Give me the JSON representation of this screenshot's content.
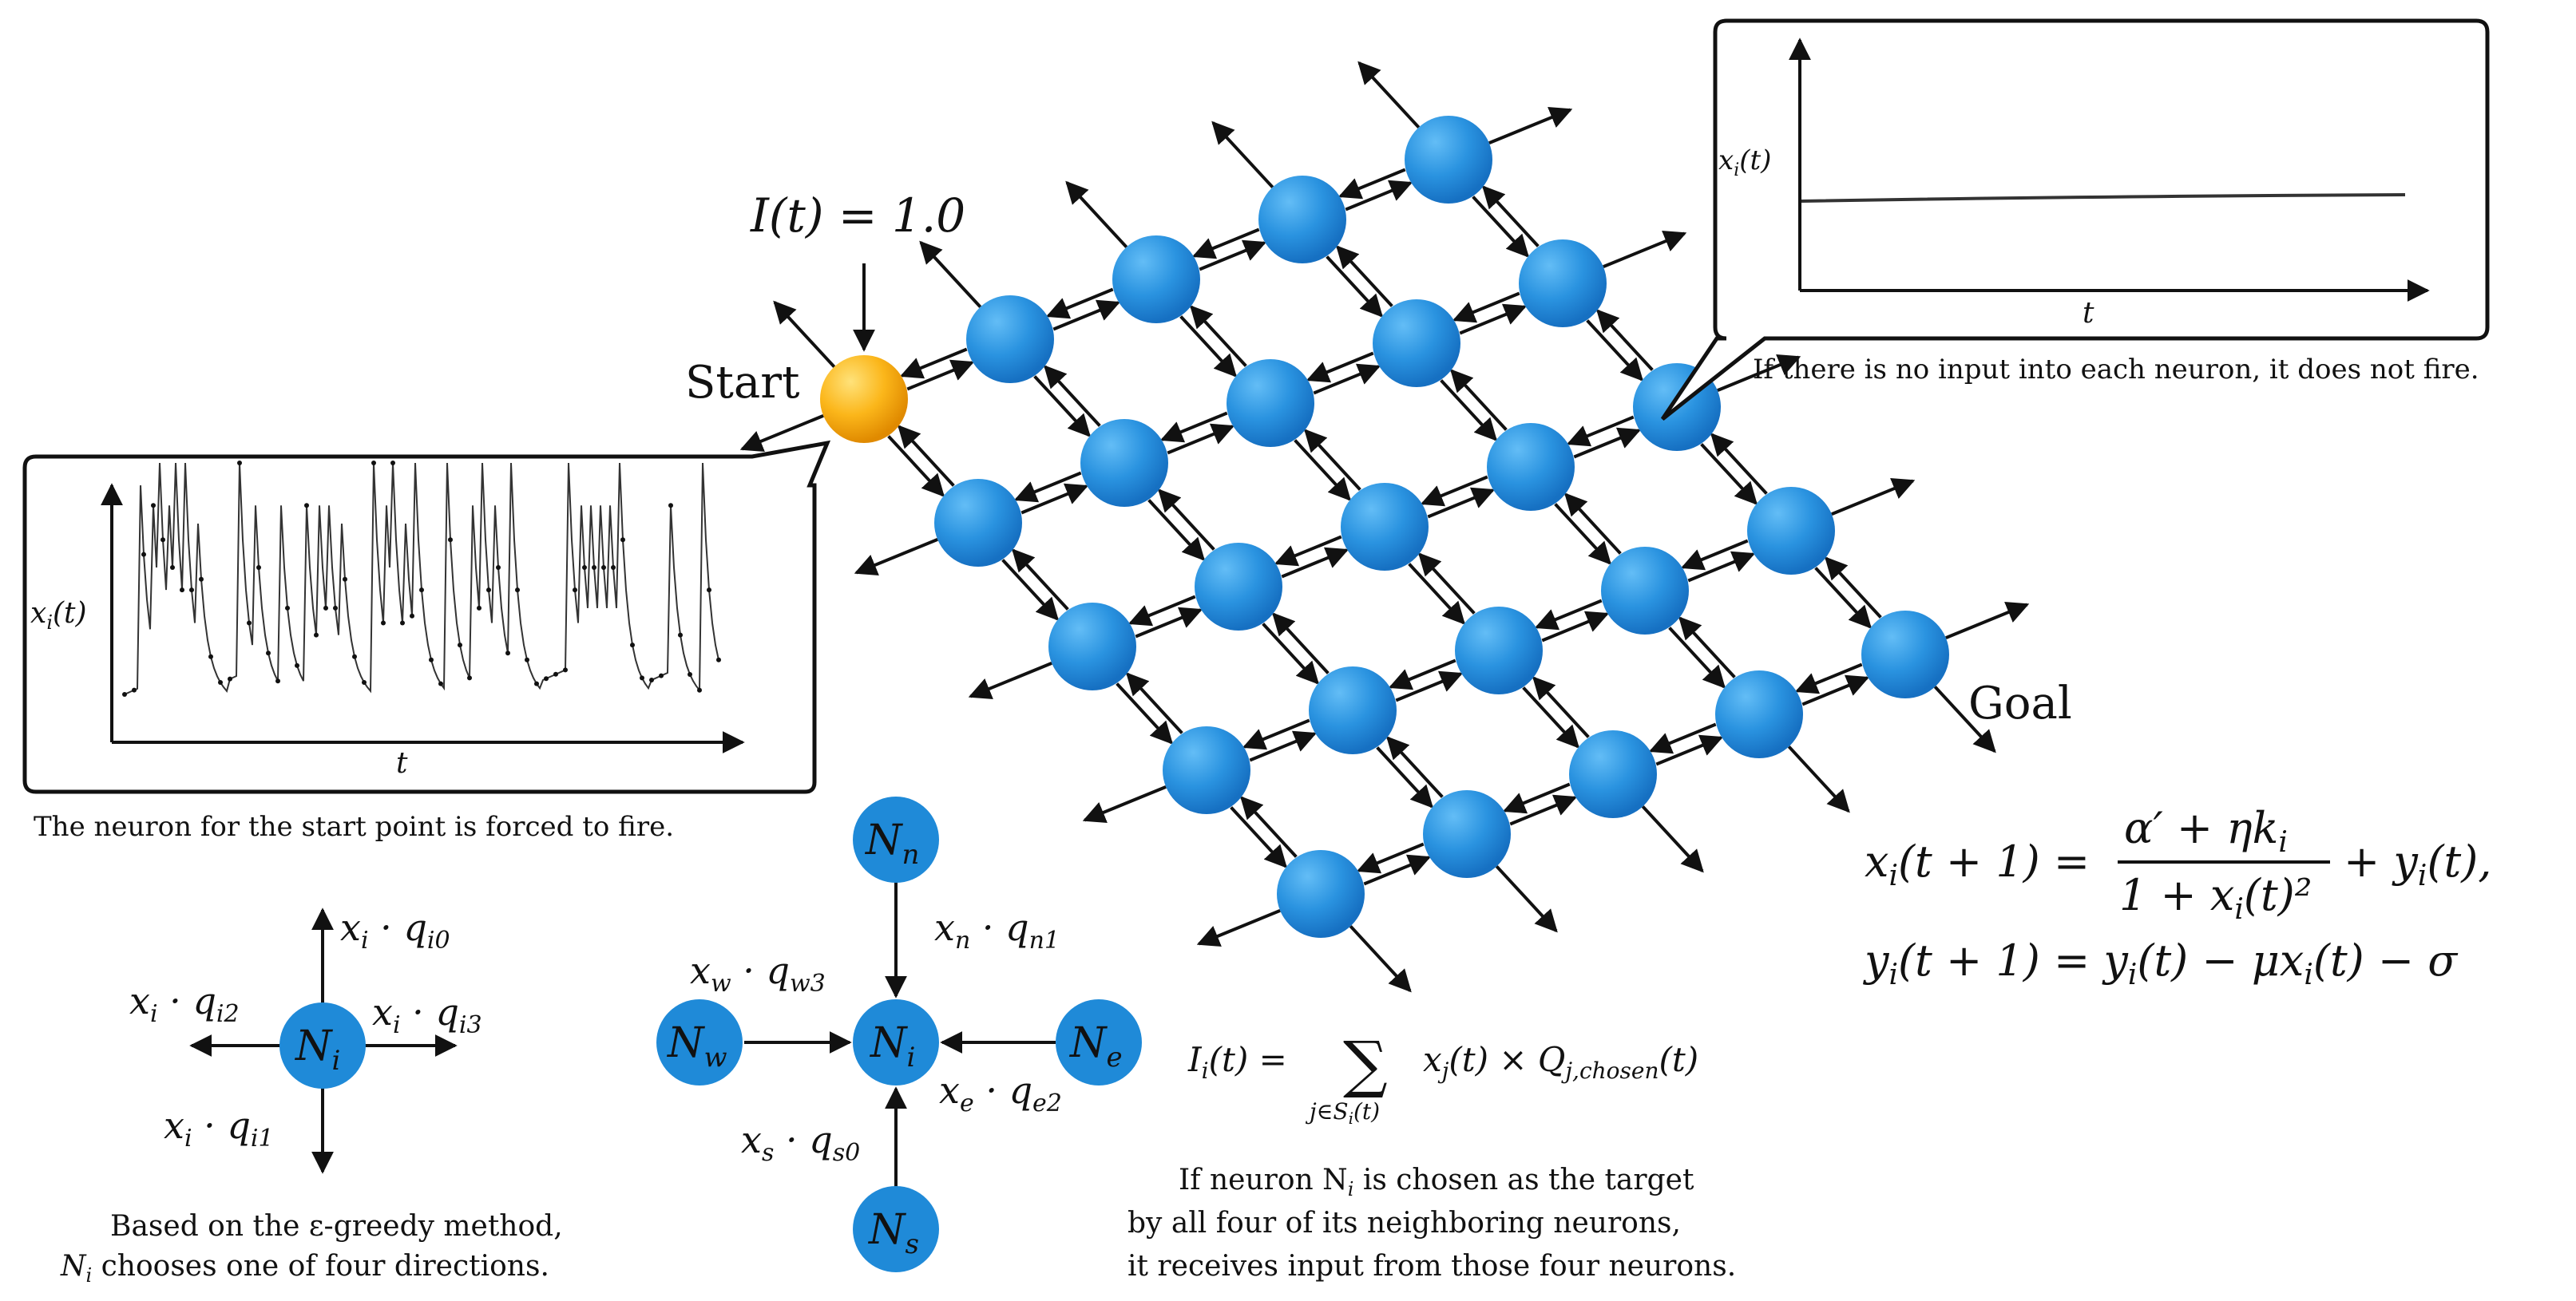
{
  "grid": {
    "rows": 5,
    "cols": 5,
    "start_label": "Start",
    "goal_label": "Goal",
    "input_label": "I(t) = 1.0",
    "node_color": "#1f8ad8",
    "start_color": "#f5a800"
  },
  "inset_firing": {
    "y_label": "x",
    "y_sub": "i",
    "y_arg": "(t)",
    "x_label": "t",
    "caption": "The neuron for the start point is forced to fire."
  },
  "inset_silent": {
    "y_label": "x",
    "y_sub": "i",
    "y_arg": "(t)",
    "x_label": "t",
    "caption": "If there is no input into each neuron, it does not fire."
  },
  "choice_diagram": {
    "center": "N",
    "center_sub": "i",
    "up": {
      "a": "x",
      "a_sub": "i",
      "b": "q",
      "b_sub": "i0"
    },
    "left": {
      "a": "x",
      "a_sub": "i",
      "b": "q",
      "b_sub": "i2"
    },
    "right": {
      "a": "x",
      "a_sub": "i",
      "b": "q",
      "b_sub": "i3"
    },
    "down": {
      "a": "x",
      "a_sub": "i",
      "b": "q",
      "b_sub": "i1"
    },
    "caption_line1": "Based on the ε-greedy method,",
    "caption_line2_pre": "N",
    "caption_line2_sub": "i",
    "caption_line2_post": " chooses one of four directions."
  },
  "receive_diagram": {
    "center": {
      "n": "N",
      "s": "i"
    },
    "north": {
      "n": "N",
      "s": "n"
    },
    "west": {
      "n": "N",
      "s": "w"
    },
    "east": {
      "n": "N",
      "s": "e"
    },
    "south": {
      "n": "N",
      "s": "s"
    },
    "north_edge": {
      "a": "x",
      "a_sub": "n",
      "b": "q",
      "b_sub": "n1"
    },
    "west_edge": {
      "a": "x",
      "a_sub": "w",
      "b": "q",
      "b_sub": "w3"
    },
    "east_edge": {
      "a": "x",
      "a_sub": "e",
      "b": "q",
      "b_sub": "e2"
    },
    "south_edge": {
      "a": "x",
      "a_sub": "s",
      "b": "q",
      "b_sub": "s0"
    }
  },
  "input_equation": {
    "lhs": "I",
    "lhs_sub": "i",
    "lhs_arg": "(t) =",
    "sum_sub": "j∈S",
    "sum_sub2": "i",
    "sum_sub3": "(t)",
    "term_x": "x",
    "term_x_sub": "j",
    "term_mid": "(t) × Q",
    "term_q_sub": "j,chosen",
    "term_end": "(t)"
  },
  "input_caption": {
    "line1_pre": "If neuron N",
    "line1_sub": "i",
    "line1_post": " is chosen as the target",
    "line2": "by all four of its neighboring neurons,",
    "line3": "it receives input from those four neurons."
  },
  "map_equations": {
    "eq1_lhs": "x",
    "eq1_lhs_sub": "i",
    "eq1_lhs_arg": "(t + 1) =",
    "eq1_num": "α′ + ηk",
    "eq1_num_sub": "i",
    "eq1_den_pre": "1 + x",
    "eq1_den_sub": "i",
    "eq1_den_post": "(t)²",
    "eq1_tail_pre": "+ y",
    "eq1_tail_sub": "i",
    "eq1_tail_post": "(t),",
    "eq2_lhs": "y",
    "eq2_lhs_sub": "i",
    "eq2_lhs_arg": "(t + 1) = y",
    "eq2_mid_sub": "i",
    "eq2_mid": "(t) − μx",
    "eq2_mid_sub2": "i",
    "eq2_end": "(t) − σ"
  }
}
